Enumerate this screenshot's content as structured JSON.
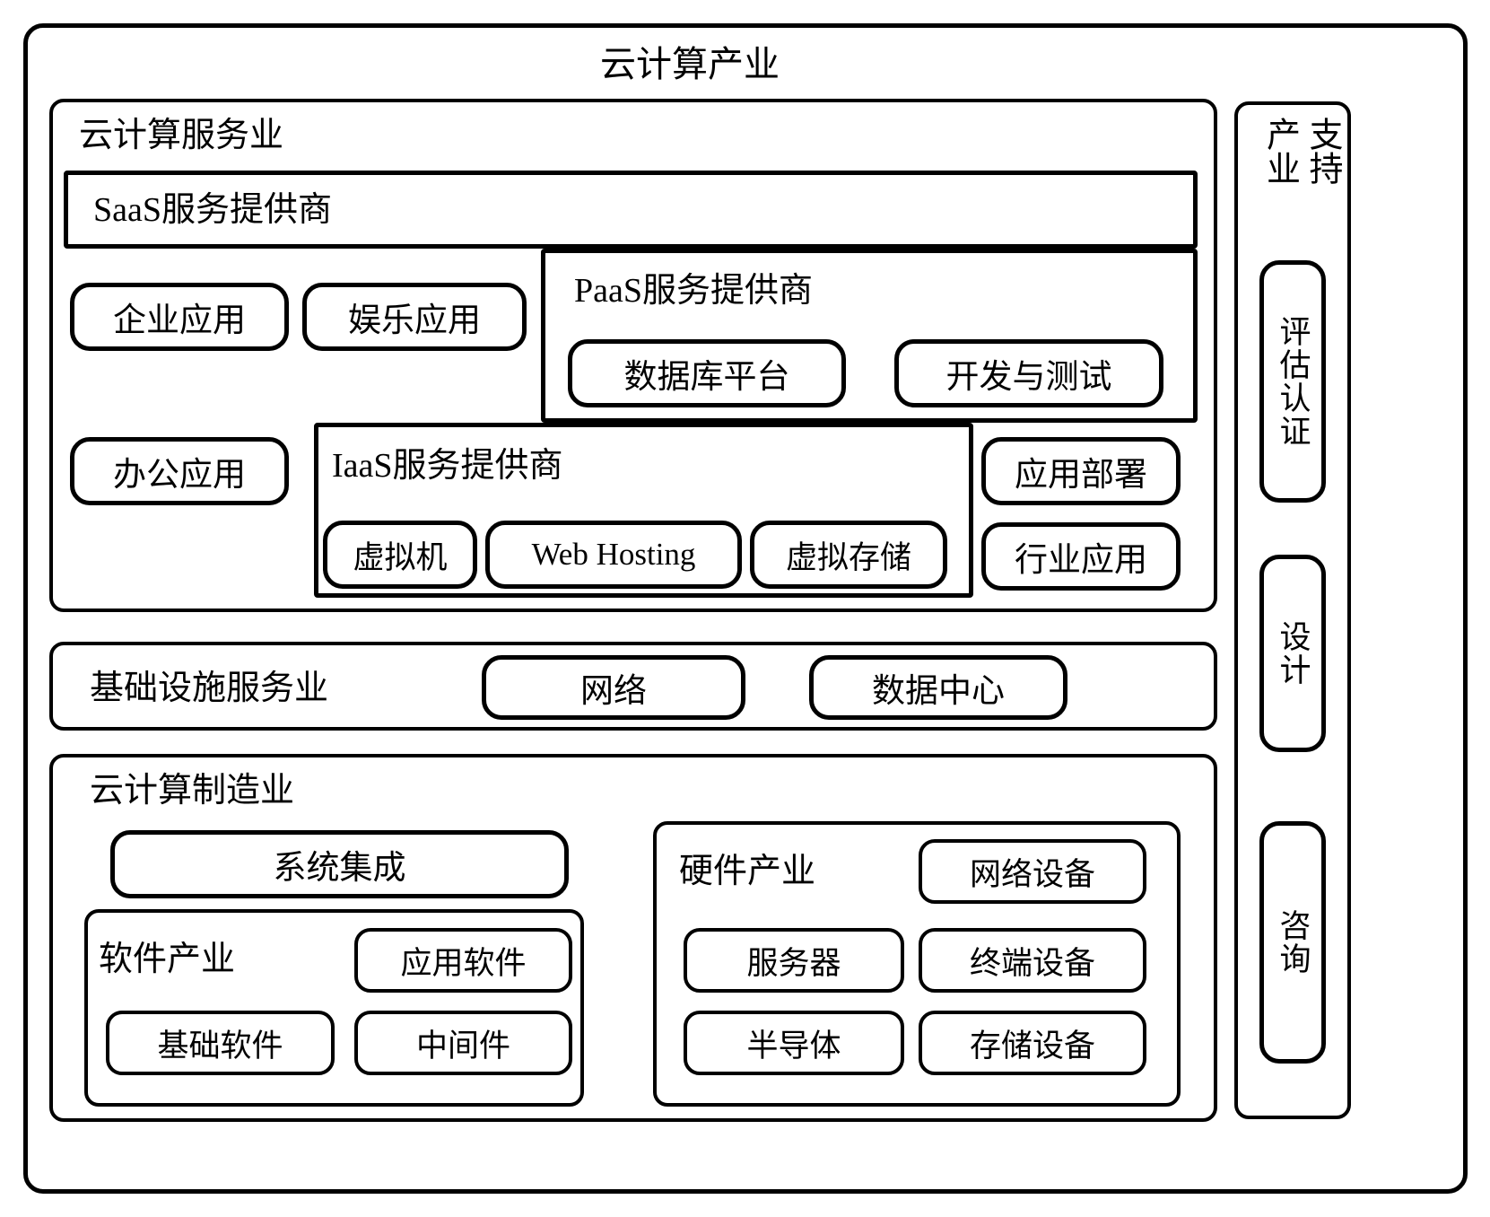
{
  "diagram": {
    "title": "云计算产业",
    "service_sector": {
      "title": "云计算服务业",
      "saas": {
        "title": "SaaS服务提供商",
        "items": [
          "企业应用",
          "娱乐应用",
          "办公应用"
        ]
      },
      "paas": {
        "title": "PaaS服务提供商",
        "items": [
          "数据库平台",
          "开发与测试"
        ]
      },
      "iaas": {
        "title": "IaaS服务提供商",
        "items": [
          "虚拟机",
          "Web Hosting",
          "虚拟存储"
        ]
      },
      "right_items": [
        "应用部署",
        "行业应用"
      ]
    },
    "infrastructure": {
      "title": "基础设施服务业",
      "items": [
        "网络",
        "数据中心"
      ]
    },
    "manufacturing": {
      "title": "云计算制造业",
      "system_integration": "系统集成",
      "software": {
        "title": "软件产业",
        "items": [
          "应用软件",
          "基础软件",
          "中间件"
        ]
      },
      "hardware": {
        "title": "硬件产业",
        "items": [
          "网络设备",
          "服务器",
          "终端设备",
          "半导体",
          "存储设备"
        ]
      }
    },
    "support": {
      "title": "支持产业",
      "items": [
        "评估认证",
        "设计",
        "咨询"
      ]
    }
  },
  "colors": {
    "stroke": "#000000",
    "background": "#ffffff"
  }
}
